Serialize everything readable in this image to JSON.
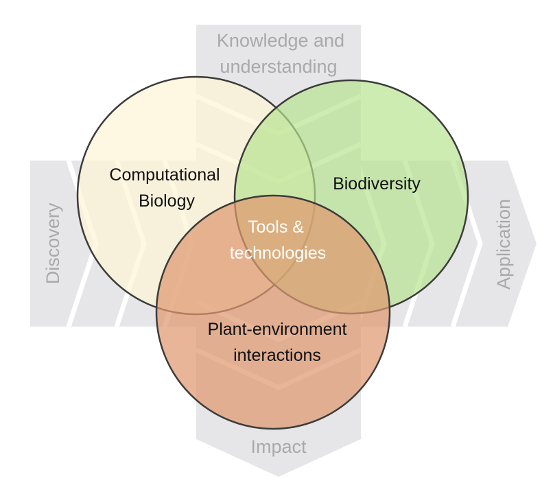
{
  "diagram": {
    "arrows": {
      "top": {
        "line1": "Knowledge and",
        "line2": "understanding"
      },
      "bottom": "Impact",
      "left": "Discovery",
      "right": "Application"
    },
    "circles": {
      "computational": {
        "line1": "Computational",
        "line2": "Biology"
      },
      "biodiversity": "Biodiversity",
      "plant_env": {
        "line1": "Plant-environment",
        "line2": "interactions"
      }
    },
    "center": {
      "line1": "Tools &",
      "line2": "technologies"
    },
    "colors": {
      "arrow": "#e6e6e8",
      "chevron_line": "#ffffff",
      "computational_fill": "#fdf4d6",
      "biodiversity_fill": "#b6e38d",
      "plant_env_fill": "#df9870",
      "circle_stroke": "#3b3b3b"
    }
  }
}
